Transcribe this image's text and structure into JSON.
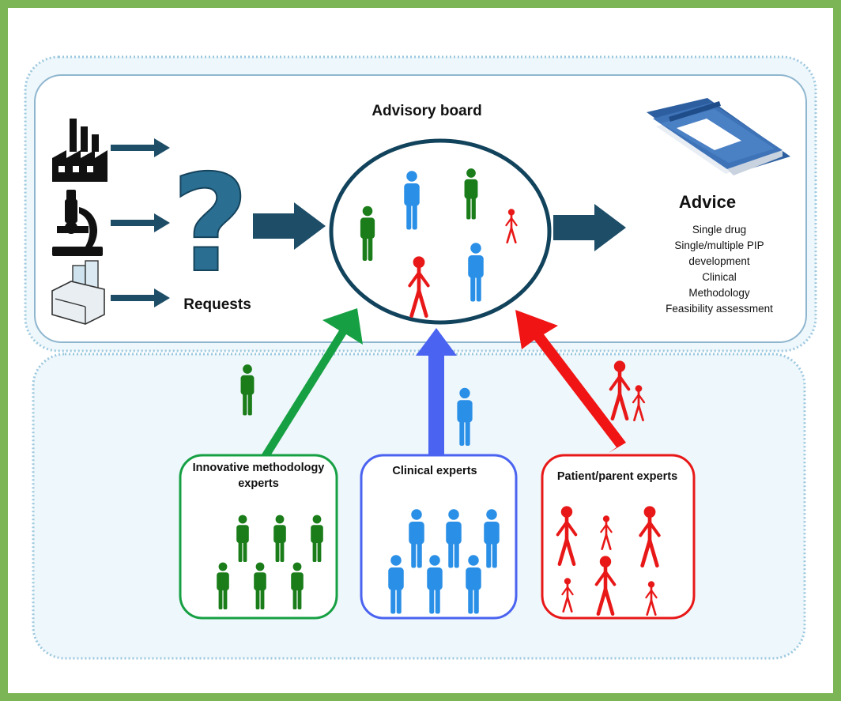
{
  "colors": {
    "frame": "#7cb556",
    "navy": "#1d4d67",
    "green": "#16a043",
    "green_person": "#1a7d1a",
    "blue": "#4a63f0",
    "blue_person": "#2a8fe6",
    "red": "#f01414",
    "panel_bg": "#eef7fb"
  },
  "icons": [
    "factory-icon",
    "microscope-icon",
    "pharmacy-icon",
    "question-mark-icon",
    "advice-book-icon",
    "person-icon"
  ],
  "advisory_board": {
    "title": "Advisory board"
  },
  "requests": {
    "label": "Requests"
  },
  "advice": {
    "title": "Advice",
    "items": [
      "Single drug",
      "Single/multiple PIP",
      "development",
      "Clinical",
      "Methodology",
      "Feasibility assessment"
    ]
  },
  "groups": {
    "innovative": {
      "label": "Innovative methodology experts"
    },
    "clinical": {
      "label": "Clinical experts"
    },
    "patient": {
      "label": "Patient/parent experts"
    }
  }
}
